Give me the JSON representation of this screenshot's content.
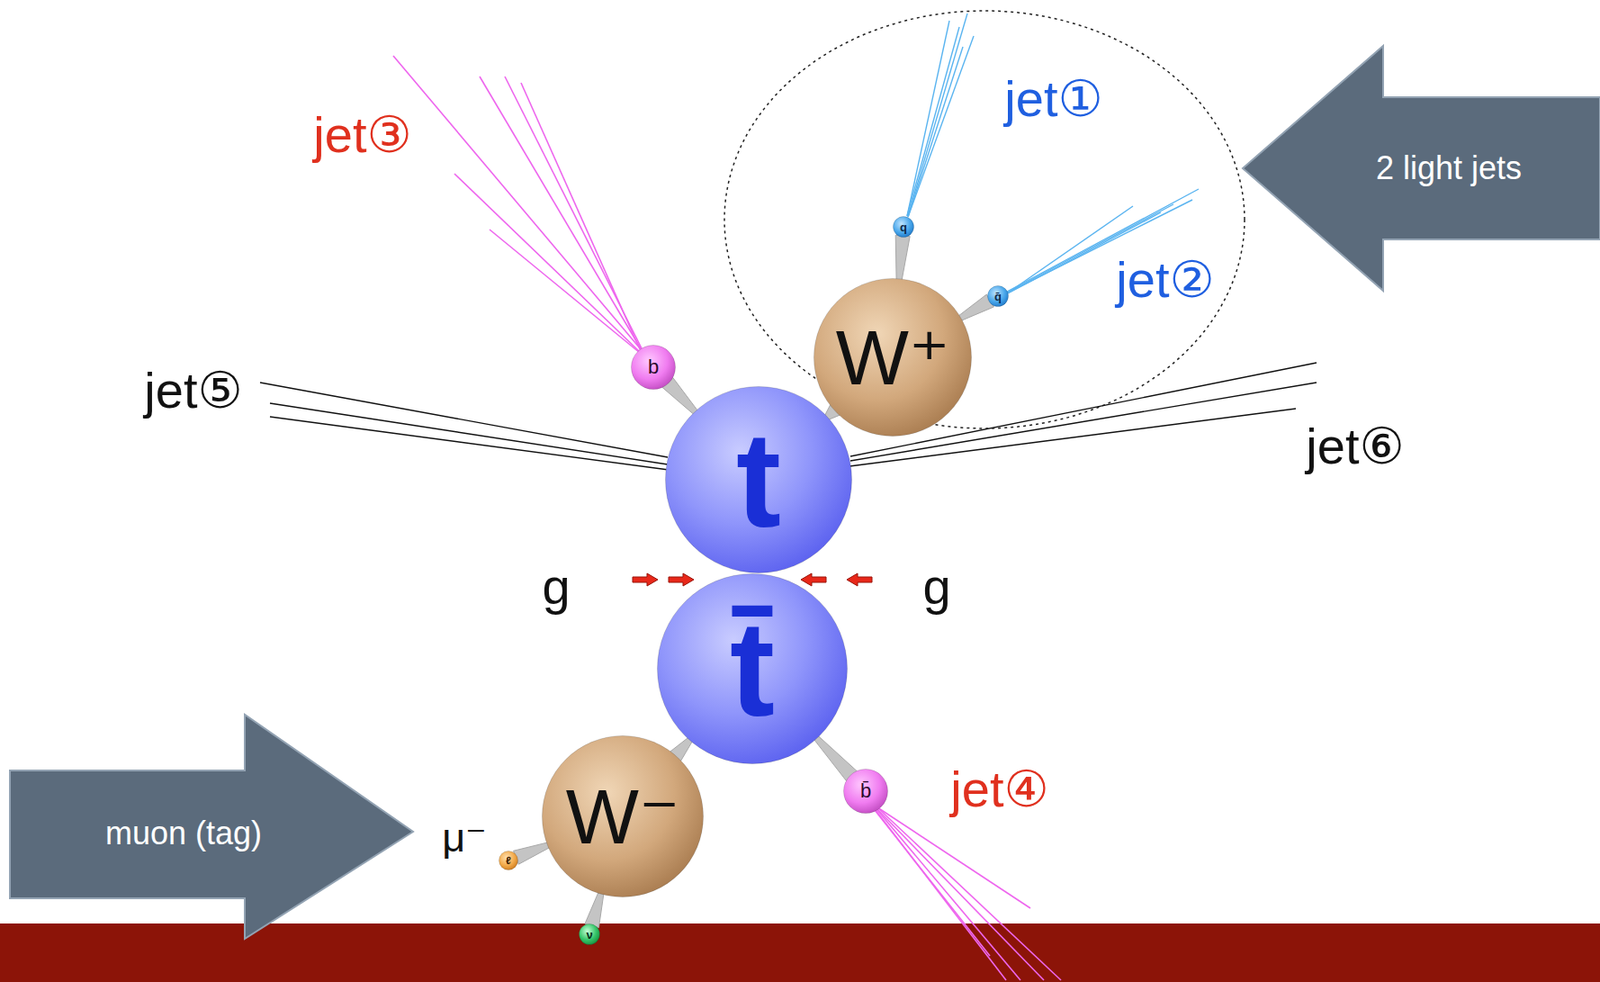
{
  "diagram": {
    "nodes": [
      {
        "text": [
          "q"
        ]
      },
      {
        "text": [
          "2 light jets"
        ]
      },
      {
        "text": [
          "q̄"
        ]
      },
      {
        "text": [
          "W⁺"
        ]
      },
      {
        "text": [
          "b"
        ]
      },
      {
        "text": [
          "t"
        ]
      },
      {
        "text": [
          "t̄"
        ]
      },
      {
        "text": [
          "b̄"
        ]
      },
      {
        "text": [
          "W⁻"
        ]
      },
      {
        "text": [
          "muon (tag)"
        ]
      },
      {
        "text": [
          "ℓ"
        ]
      },
      {
        "text": [
          "ν"
        ]
      }
    ],
    "edges": [
      {
        "from": 5,
        "to": 3,
        "arrow": "none"
      },
      {
        "from": 5,
        "to": 4,
        "arrow": "none"
      },
      {
        "from": 3,
        "to": 0,
        "arrow": "none"
      },
      {
        "from": 3,
        "to": 2,
        "arrow": "none"
      },
      {
        "from": 6,
        "to": 8,
        "arrow": "none"
      },
      {
        "from": 6,
        "to": 7,
        "arrow": "none"
      },
      {
        "from": 8,
        "to": 10,
        "arrow": "none"
      },
      {
        "from": 8,
        "to": 11,
        "arrow": "none"
      }
    ],
    "labels": [
      "jet③",
      "jet①",
      "jet②",
      "jet⑤",
      "jet⑥",
      "g",
      "g",
      "jet④",
      "μ⁻"
    ]
  }
}
